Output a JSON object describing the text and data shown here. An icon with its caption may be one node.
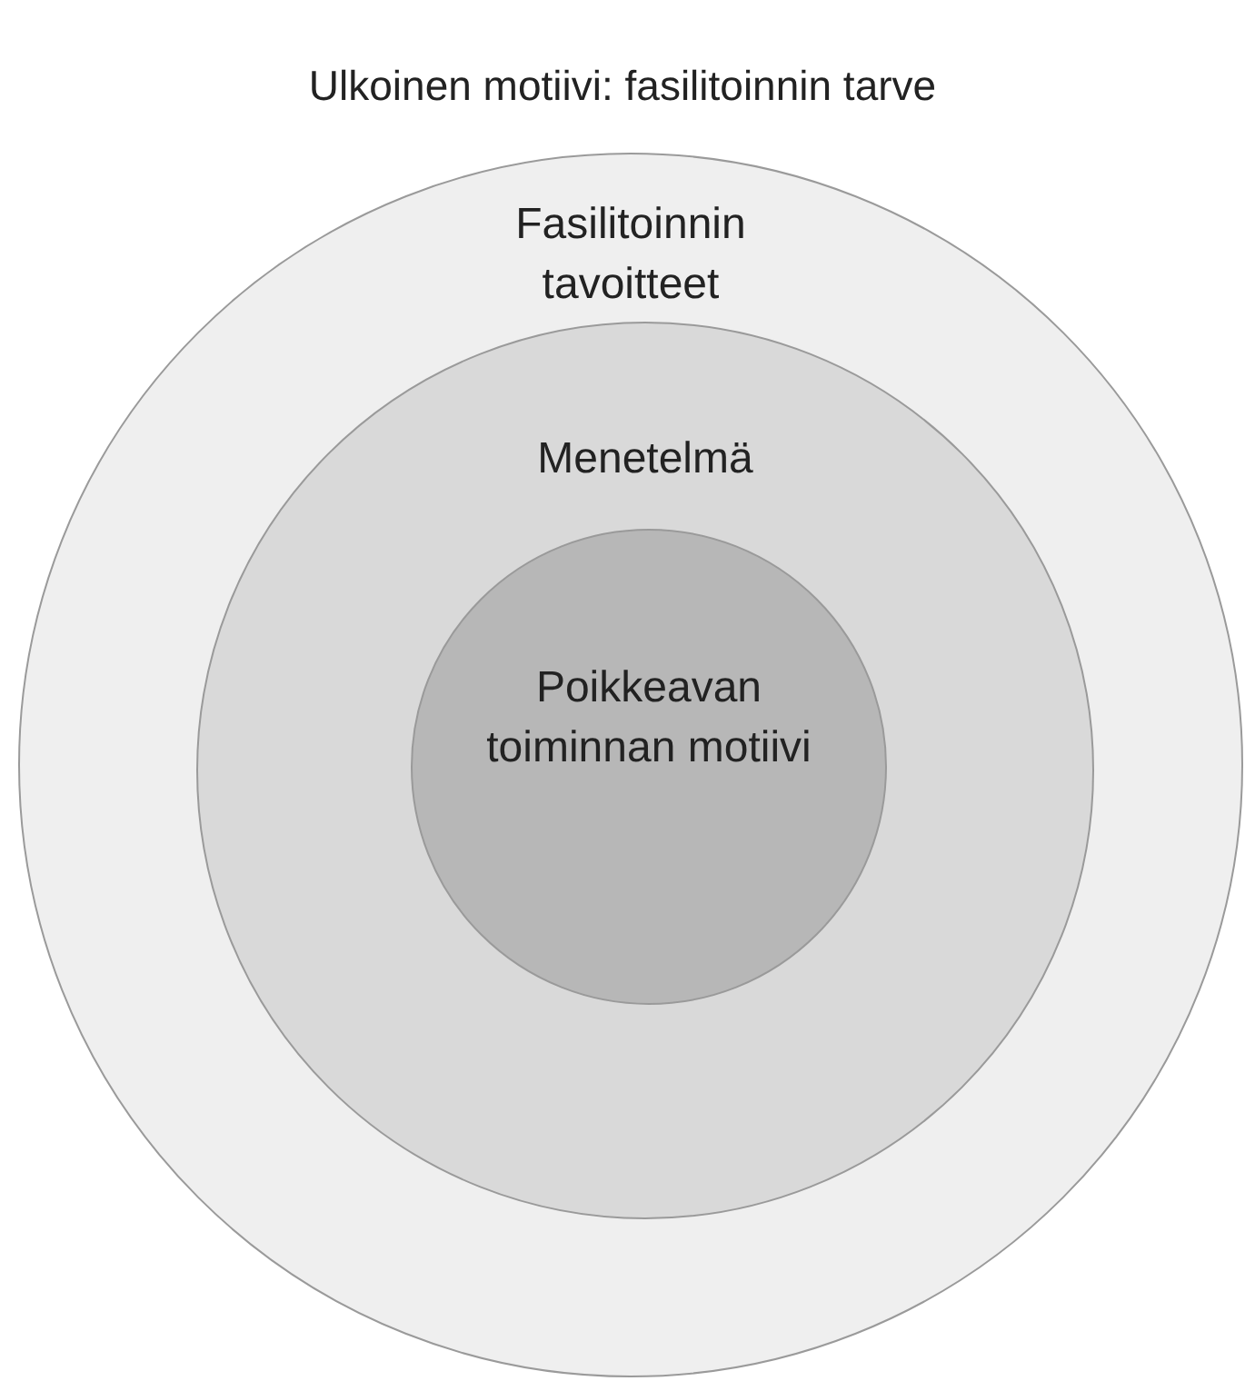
{
  "diagram": {
    "title": "Ulkoinen motiivi: fasilitoinnin tarve",
    "nodes": [
      {
        "text": [
          "Fasilitoinnin tavoitteet"
        ]
      },
      {
        "text": [
          "Menetelmä"
        ],
        "in": 0
      },
      {
        "text": [
          "Poikkeavan toiminnan motiivi"
        ],
        "in": 1
      }
    ]
  }
}
